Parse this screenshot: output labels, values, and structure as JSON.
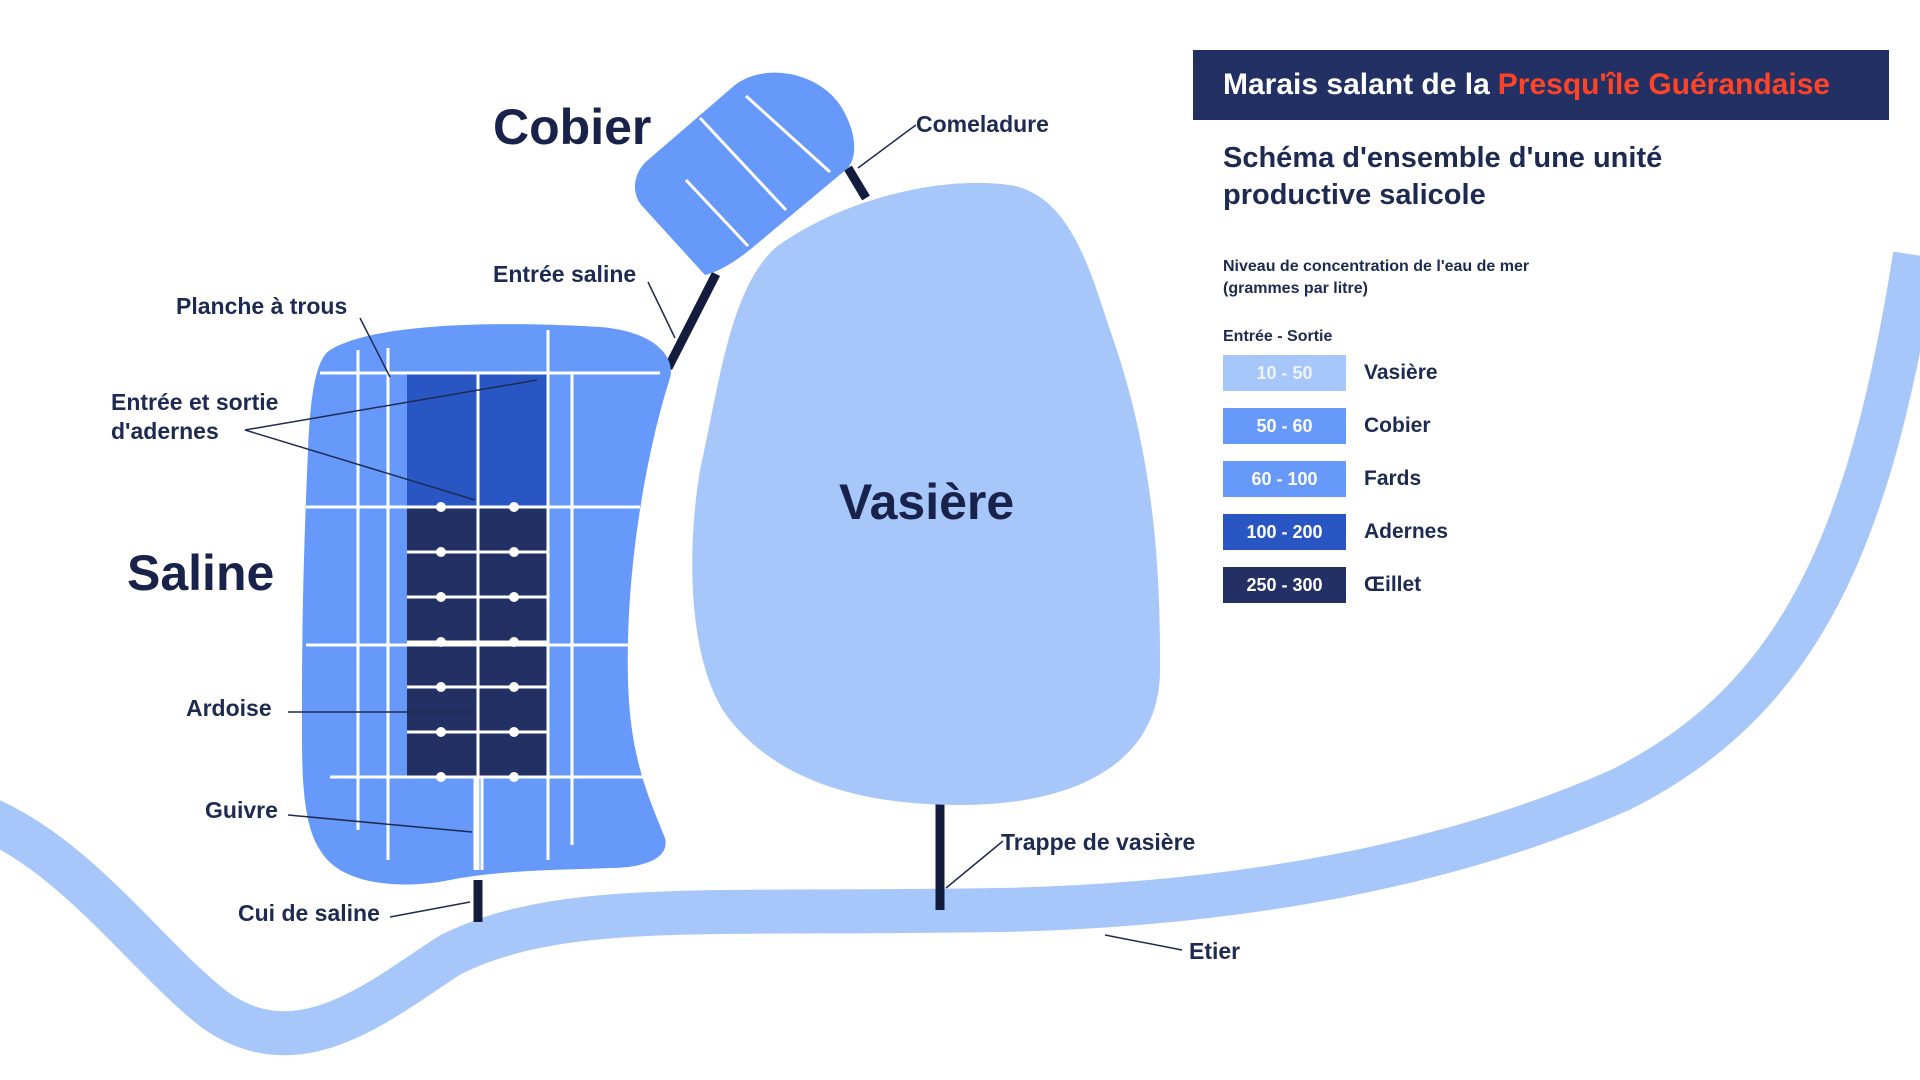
{
  "header": {
    "title_part1": "Marais salant de la",
    "title_part2": "Presqu'île Guérandaise",
    "subtitle_line1": "Schéma d'ensemble d'une unité",
    "subtitle_line2": "productive salicole"
  },
  "legend": {
    "note_line1": "Niveau de concentration de l'eau de mer",
    "note_line2": "(grammes par litre)",
    "heading": "Entrée - Sortie",
    "items": [
      {
        "range": "10 - 50",
        "name": "Vasière",
        "color": "#a7c6fa",
        "text_color": "#eef4ff"
      },
      {
        "range": "50 - 60",
        "name": "Cobier",
        "color": "#6699fa",
        "text_color": "#ffffff"
      },
      {
        "range": "60 - 100",
        "name": "Fards",
        "color": "#6699fa",
        "text_color": "#ffffff"
      },
      {
        "range": "100 - 200",
        "name": "Adernes",
        "color": "#2a56c4",
        "text_color": "#ffffff"
      },
      {
        "range": "250 - 300",
        "name": "Œillet",
        "color": "#223063",
        "text_color": "#ffffff"
      }
    ]
  },
  "diagram": {
    "zones": {
      "saline": "Saline",
      "cobier": "Cobier",
      "vasiere": "Vasière"
    },
    "labels": {
      "comeladure": "Comeladure",
      "entree_saline": "Entrée saline",
      "planche_a_trous": "Planche à trous",
      "entree_sortie_line1": "Entrée et sortie",
      "entree_sortie_line2": "d'adernes",
      "ardoise": "Ardoise",
      "guivre": "Guivre",
      "cui_de_saline": "Cui de saline",
      "trappe_de_vasiere": "Trappe de vasière",
      "etier": "Etier"
    },
    "colors": {
      "etier": "#a7c6fa",
      "vasiere": "#a7c6fa",
      "saline": "#6699fa",
      "cobier": "#6699fa",
      "adernes": "#2a56c4",
      "oeillet": "#223063",
      "pipe": "#141c3d",
      "text": "#1e2a52",
      "accent": "#ff4326",
      "header_bg": "#223063"
    }
  }
}
